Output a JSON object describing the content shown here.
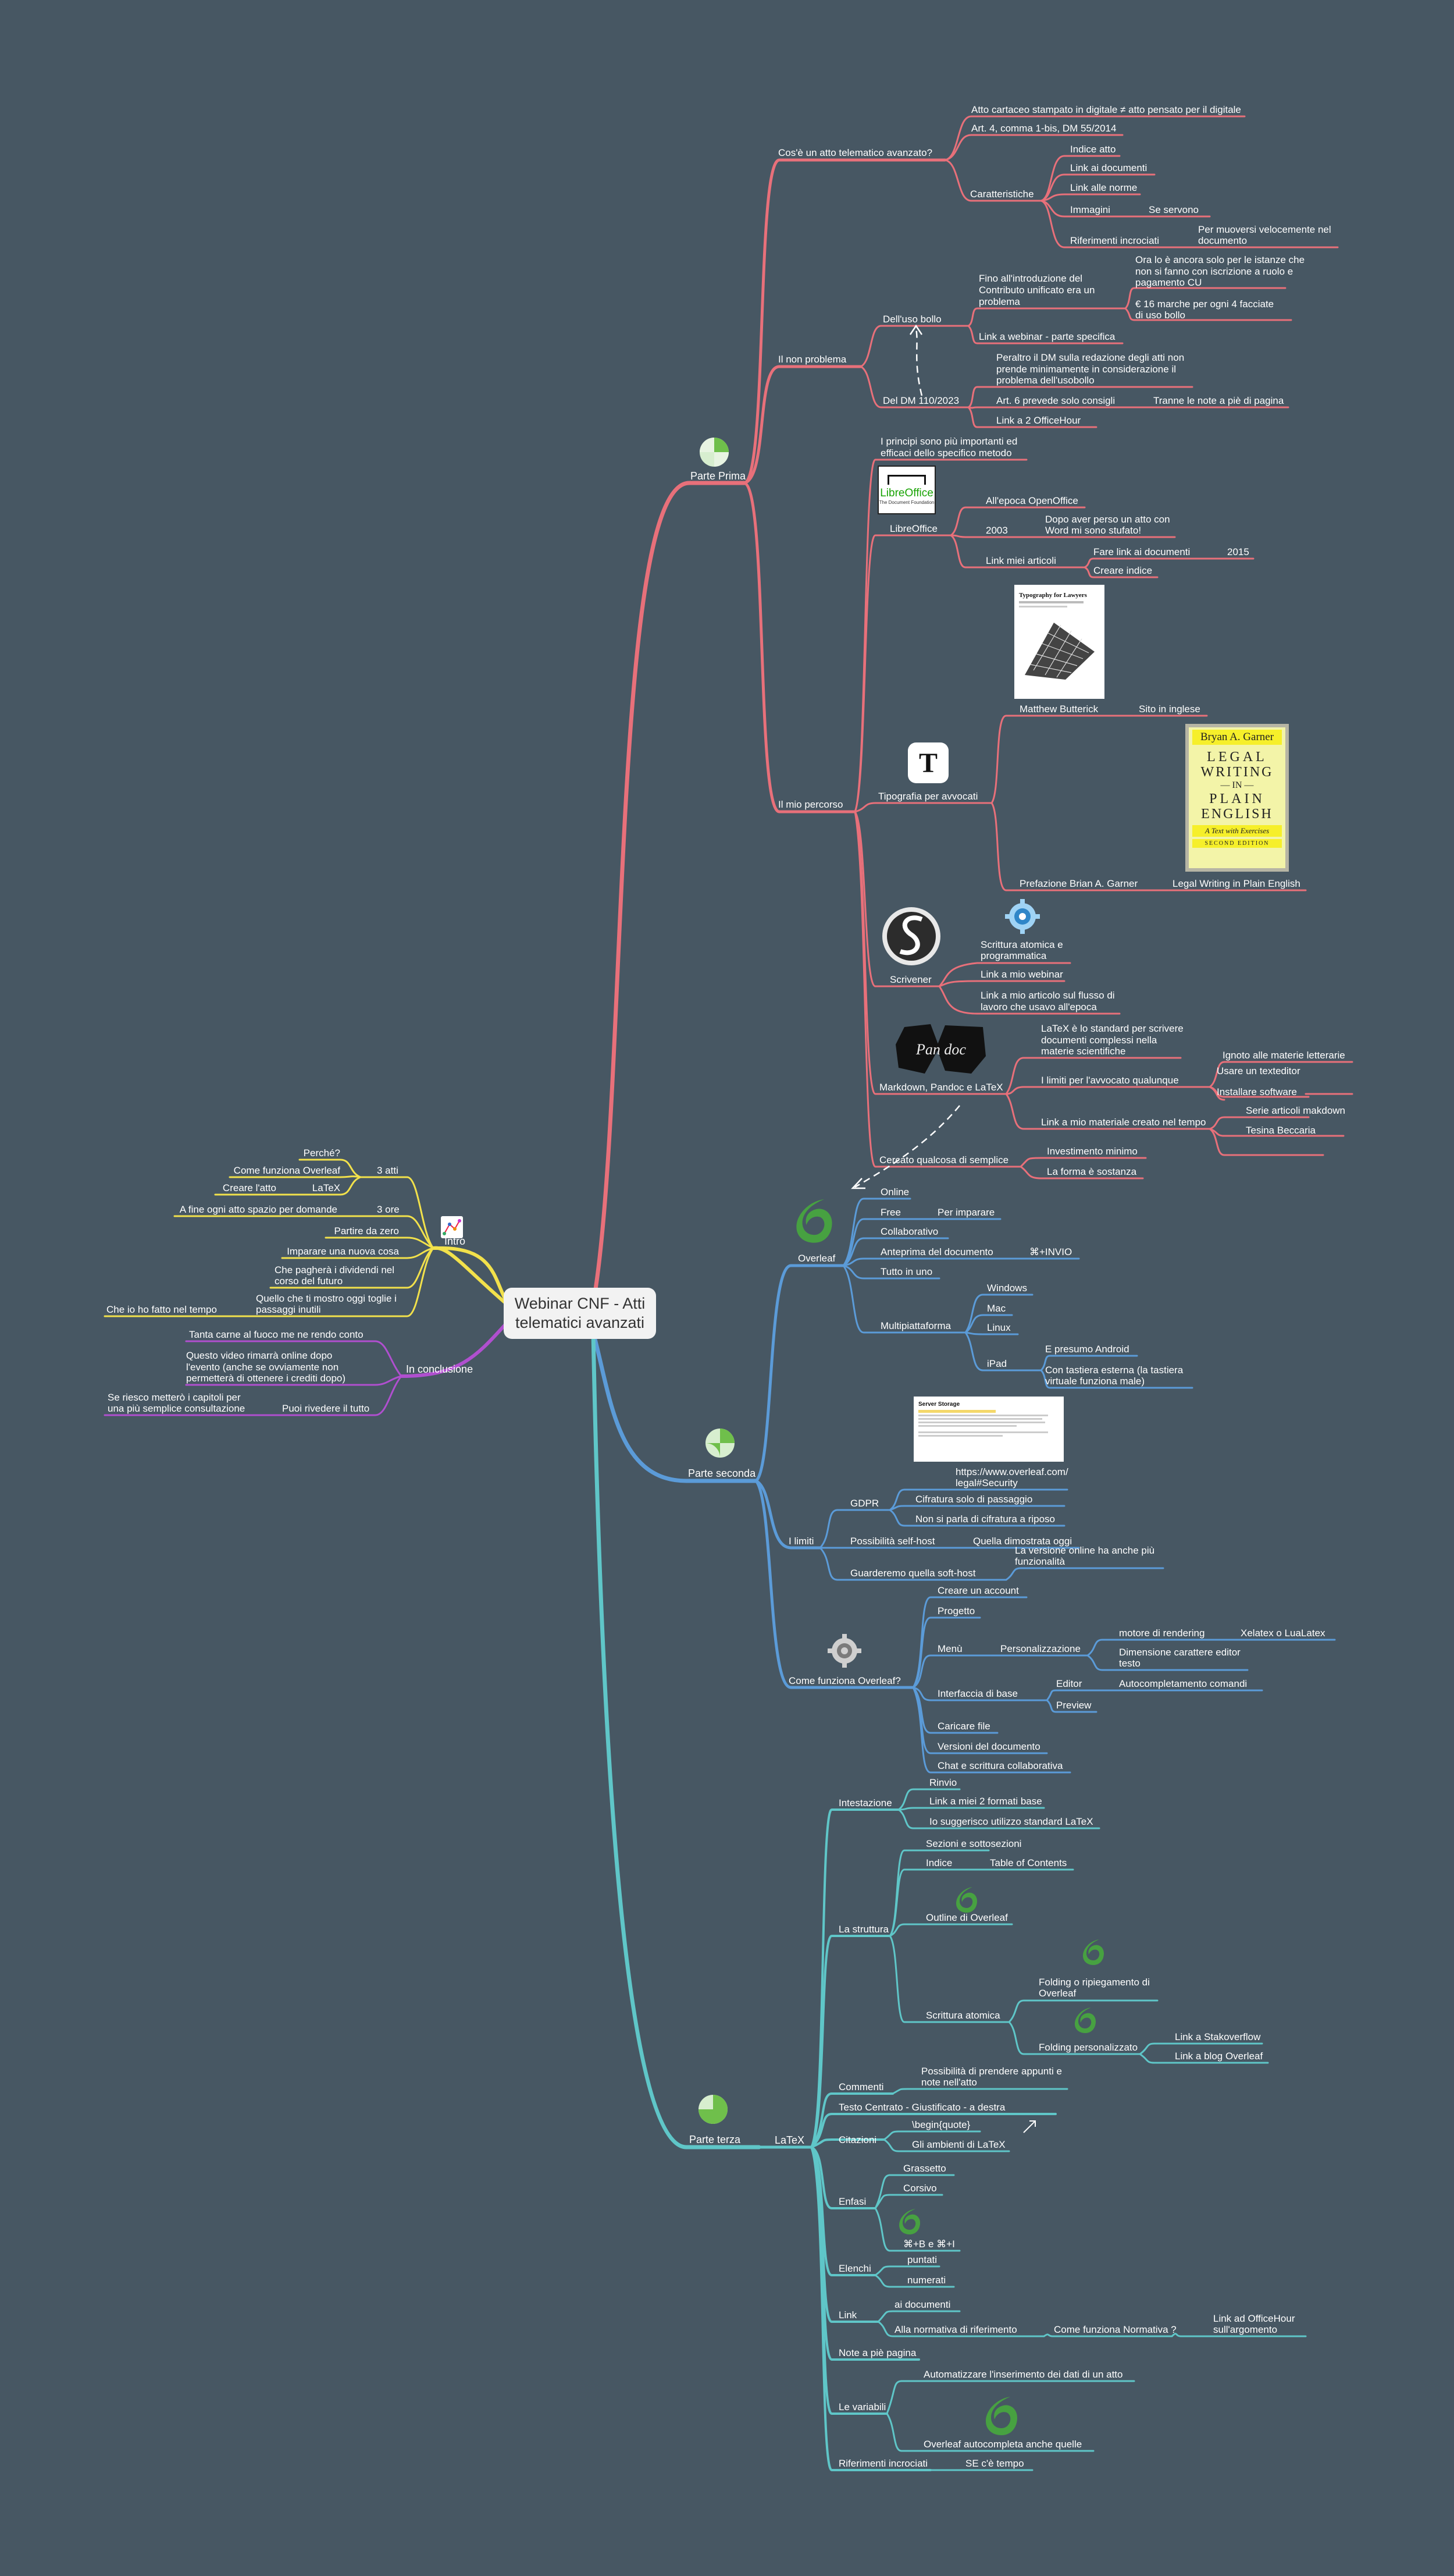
{
  "central": {
    "title": "Webinar CNF - Atti telematici avanzati"
  },
  "colors": {
    "background": "#475763",
    "prima": "#e8707a",
    "seconda": "#5b9bd8",
    "terza": "#5fc6c8",
    "intro": "#f2e14b",
    "conclusione": "#b04fcf"
  },
  "branches": {
    "prima": {
      "label": "Parte Prima",
      "s1": {
        "title": "Cos'è un atto telematico avanzato?",
        "def": "Atto cartaceo stampato in digitale ≠ atto pensato per il digitale",
        "art": "Art. 4, comma 1-bis, DM 55/2014",
        "caratt": "Caratteristiche",
        "indice": "Indice atto",
        "link_doc": "Link ai documenti",
        "link_norme": "Link alle norme",
        "immagini": "Immagini",
        "se_servono": "Se servono",
        "rif": "Riferimenti incrociati",
        "rif_note": "Per muoversi velocemente nel documento"
      },
      "s2": {
        "title": "Il non problema",
        "uso": "Dell'uso bollo",
        "fino": "Fino all'introduzione del Contributo unificato era un problema",
        "ora": "Ora lo è ancora solo per le istanze che non si fanno con iscrizione a ruolo e pagamento CU",
        "euro": "€ 16 marche per ogni 4 facciate di uso bollo",
        "webinar": "Link a webinar - parte specifica",
        "dm": "Del DM 110/2023",
        "peraltro": "Peraltro il DM sulla redazione degli atti non prende minimamente in considerazione il problema dell'usobollo",
        "art6": "Art. 6 prevede solo consigli",
        "tranne": "Tranne le note a piè di pagina",
        "office": "Link a 2 OfficeHour"
      },
      "s3": {
        "title": "Il mio percorso",
        "principi": "I principi sono più importanti ed efficaci dello specifico metodo",
        "libre": "LibreOffice",
        "openoffice": "All'epoca OpenOffice",
        "anno": "2003",
        "dopo": "Dopo aver perso un atto con Word mi sono stufato!",
        "articoli": "Link miei articoli",
        "fare": "Fare link ai documenti",
        "anno2015": "2015",
        "creare": "Creare indice",
        "tipografia": "Tipografia per avvocati",
        "butterick": "Matthew Butterick",
        "sito": "Sito in inglese",
        "prefazione": "Prefazione Brian A. Garner",
        "legal": "Legal Writing in Plain English",
        "scrivener": "Scrivener",
        "atomica": "Scrittura atomica e programmatica",
        "mio_webinar": "Link a mio webinar",
        "flusso": "Link a mio articolo sul flusso di lavoro che usavo all'epoca",
        "markdown": "Markdown, Pandoc e LaTeX",
        "latex_std": "LaTeX è lo standard per scrivere documenti complessi nella materie scientifiche",
        "limiti": "I limiti per l'avvocato qualunque",
        "ignoto": "Ignoto alle materie letterarie",
        "texteditor": "Usare un texteditor",
        "installare": "Installare software",
        "materiale": "Link a mio materiale creato nel tempo",
        "serie": "Serie articoli makdown",
        "tesina": "Tesina Beccaria",
        "cercato": "Cercato qualcosa di semplice",
        "investimento": "Investimento minimo",
        "forma": "La forma è sostanza"
      }
    },
    "seconda": {
      "label": "Parte seconda",
      "overleaf": {
        "title": "Overleaf",
        "online": "Online",
        "free": "Free",
        "imparare": "Per imparare",
        "collab": "Collaborativo",
        "anteprima": "Anteprima del documento",
        "invio": "⌘+INVIO",
        "tutto": "Tutto in uno",
        "multi": "Multipiattaforma",
        "windows": "Windows",
        "mac": "Mac",
        "linux": "Linux",
        "ipad": "iPad",
        "android": "E presumo Android",
        "tastiera": "Con tastiera esterna (la tastiera virtuale funziona male)"
      },
      "limiti": {
        "title": "I limiti",
        "url": "https://www.overleaf.com/legal#Security",
        "gdpr": "GDPR",
        "cifratura": "Cifratura solo di passaggio",
        "riposo": "Non si parla di cifratura a riposo",
        "self": "Possibilità self-host",
        "dimostrata": "Quella dimostrata oggi",
        "soft": "Guarderemo quella soft-host",
        "versione": "La versione online ha anche più funzionalità"
      },
      "come": {
        "title": "Come funziona Overleaf?",
        "crea": "Creare un account",
        "progetto": "Progetto",
        "menu": "Menù",
        "person": "Personalizzazione",
        "motore": "motore di rendering",
        "xelatex": "Xelatex o LuaLatex",
        "dimensione": "Dimensione carattere editor testo",
        "interfaccia": "Interfaccia di base",
        "editor": "Editor",
        "autocompl": "Autocompletamento comandi",
        "preview": "Preview",
        "caricare": "Caricare file",
        "versioni": "Versioni del documento",
        "chat": "Chat e scrittura collaborativa"
      }
    },
    "terza": {
      "label": "Parte terza",
      "latex": "LaTeX",
      "intest": "Intestazione",
      "rinvio": "Rinvio",
      "formati": "Link a miei 2 formati base",
      "suggerisco": "Io suggerisco utilizzo standard LaTeX",
      "struttura": "La struttura",
      "sezioni": "Sezioni e sottosezioni",
      "indice": "Indice",
      "toc": "Table of Contents",
      "outline": "Outline di Overleaf",
      "scrittura": "Scrittura atomica",
      "folding": "Folding o ripiegamento di Overleaf",
      "foldingp": "Folding personalizzato",
      "stack": "Link a Stakoverflow",
      "blog": "Link a blog Overleaf",
      "commenti": "Commenti",
      "possibilita": "Possibilità di prendere appunti e note nell'atto",
      "testo": "Testo Centrato - Giustificato - a destra",
      "citazioni": "Citazioni",
      "begin": "\\begin{quote}",
      "ambienti": "Gli ambienti di LaTeX",
      "enfasi": "Enfasi",
      "grassetto": "Grassetto",
      "corsivo": "Corsivo",
      "scorciatoie": "⌘+B e ⌘+I",
      "elenchi": "Elenchi",
      "puntati": "puntati",
      "numerati": "numerati",
      "link": "Link",
      "ai_doc": "ai documenti",
      "normativa": "Alla normativa di riferimento",
      "come_norm": "Come funziona Normativa ?",
      "office": "Link ad OfficeHour sull'argomento",
      "note": "Note a piè pagina",
      "variabili": "Le variabili",
      "automatizzare": "Automatizzare l'inserimento dei dati di un atto",
      "overleaf_auto": "Overleaf autocompleta anche quelle",
      "rif": "Riferimenti incrociati",
      "se": "SE c'è tempo"
    },
    "intro": {
      "label": "Intro",
      "tre_atti": "3 atti",
      "perche": "Perché?",
      "come": "Come funziona Overleaf",
      "creare": "Creare l'atto",
      "latex": "LaTeX",
      "tre_ore": "3 ore",
      "fine": "A fine ogni atto spazio per domande",
      "zero": "Partire da zero",
      "nuova": "Imparare una nuova cosa",
      "dividendi": "Che pagherà i dividendi nel corso del futuro",
      "quello": "Quello che ti mostro oggi toglie i passaggi inutili",
      "fatto": "Che io ho fatto nel tempo"
    },
    "conclusione": {
      "label": "In conclusione",
      "carne": "Tanta carne al fuoco me ne rendo conto",
      "video": "Questo video rimarrà online dopo l'evento (anche se ovviamente non permetterà di ottenere i crediti dopo)",
      "riveder": "Puoi rivedere il tutto",
      "capitoli": "Se riesco metterò i capitoli per una più semplice consultazione"
    }
  },
  "images": {
    "libreoffice_logo": "LibreOffice",
    "libreoffice_sub": "The Document Foundation",
    "typography_title": "Typography for Lawyers",
    "garner_author": "Bryan A. Garner",
    "garner_l1": "LEGAL",
    "garner_l2": "WRITING",
    "garner_l3": "— IN —",
    "garner_l4": "PLAIN",
    "garner_l5": "ENGLISH",
    "garner_ex": "A Text with Exercises",
    "garner_ed": "SECOND EDITION",
    "typora_letter": "T",
    "pandoc_text": "Pan doc",
    "security_title": "Server Storage"
  }
}
